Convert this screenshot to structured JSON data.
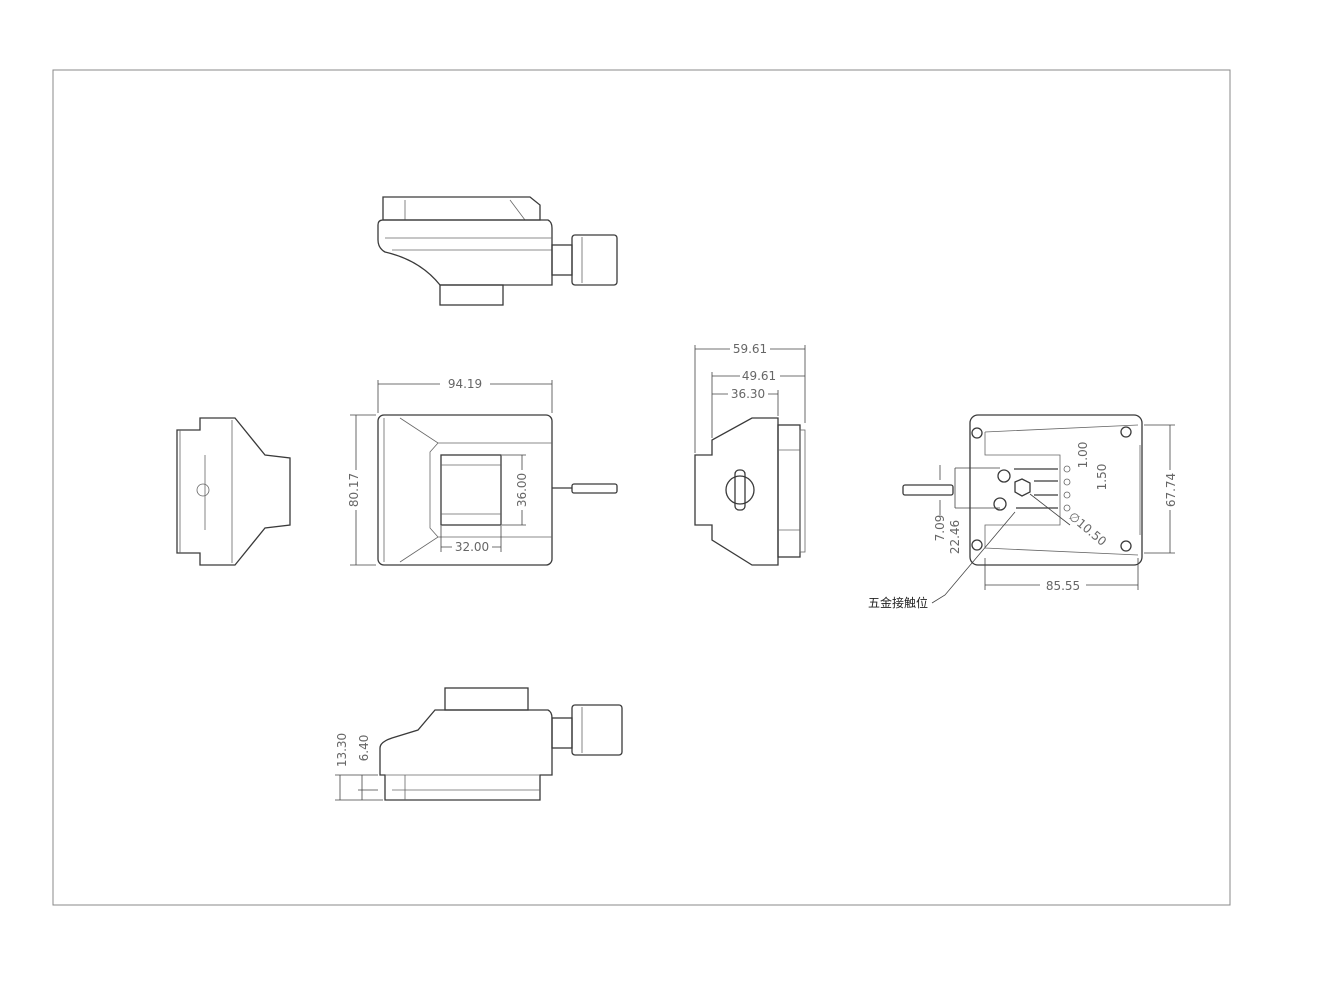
{
  "drawing": {
    "front_view": {
      "width": "94.19",
      "height": "80.17",
      "window_height": "36.00",
      "window_width": "32.00"
    },
    "side_view": {
      "depth_total": "59.61",
      "depth_mid": "49.61",
      "depth_inner": "36.30"
    },
    "rear_view": {
      "height": "67.74",
      "width": "85.55",
      "pin_pitch": "1.00",
      "pin_pitch_2": "1.50",
      "offset_1": "7.09",
      "offset_2": "22.46",
      "hole_dia": "∅10.50",
      "contact_label": "五金接触位"
    },
    "bottom_view": {
      "height_1": "13.30",
      "height_2": "6.40"
    }
  }
}
